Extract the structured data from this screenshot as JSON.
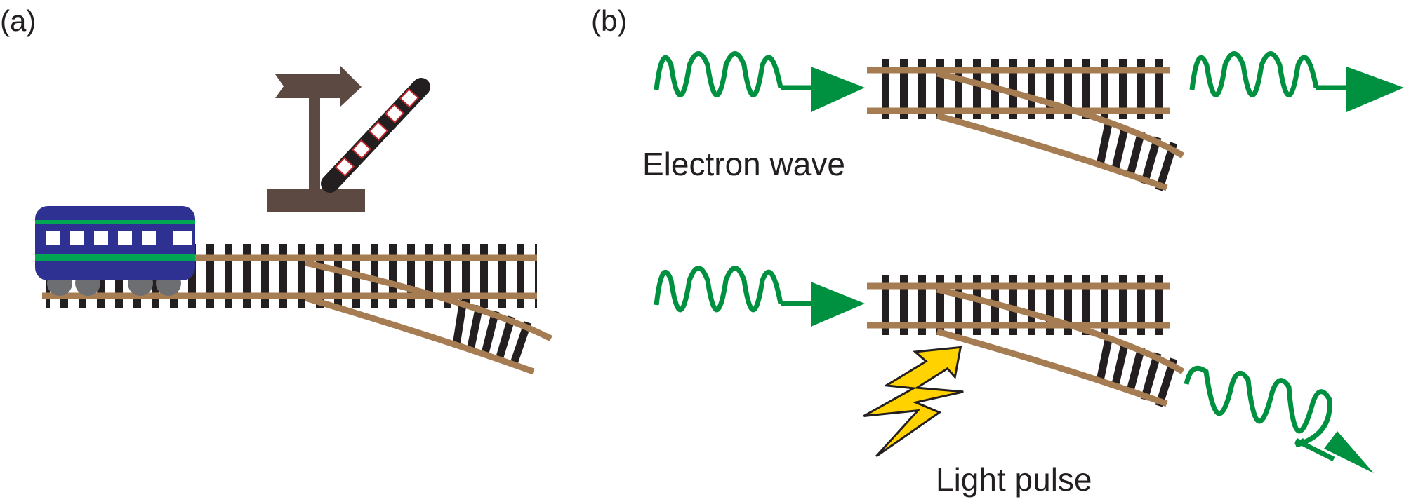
{
  "panels": {
    "a": {
      "label": "(a)"
    },
    "b": {
      "label": "(b)"
    }
  },
  "labels": {
    "electron_wave": "Electron wave",
    "light_pulse": "Light pulse"
  },
  "colors": {
    "rail": "#a67c52",
    "tie": "#231f20",
    "wave": "#009140",
    "train_body": "#2e3192",
    "train_stripe": "#00a651",
    "signal": "#5c4a42",
    "signal_arm_mark": "#c1272d",
    "lightning": "#ffd200",
    "text": "#231f20"
  },
  "icons": [
    "train-car-icon",
    "railway-signal-icon",
    "track-switch-icon",
    "wave-arrow-icon",
    "lightning-bolt-icon"
  ]
}
